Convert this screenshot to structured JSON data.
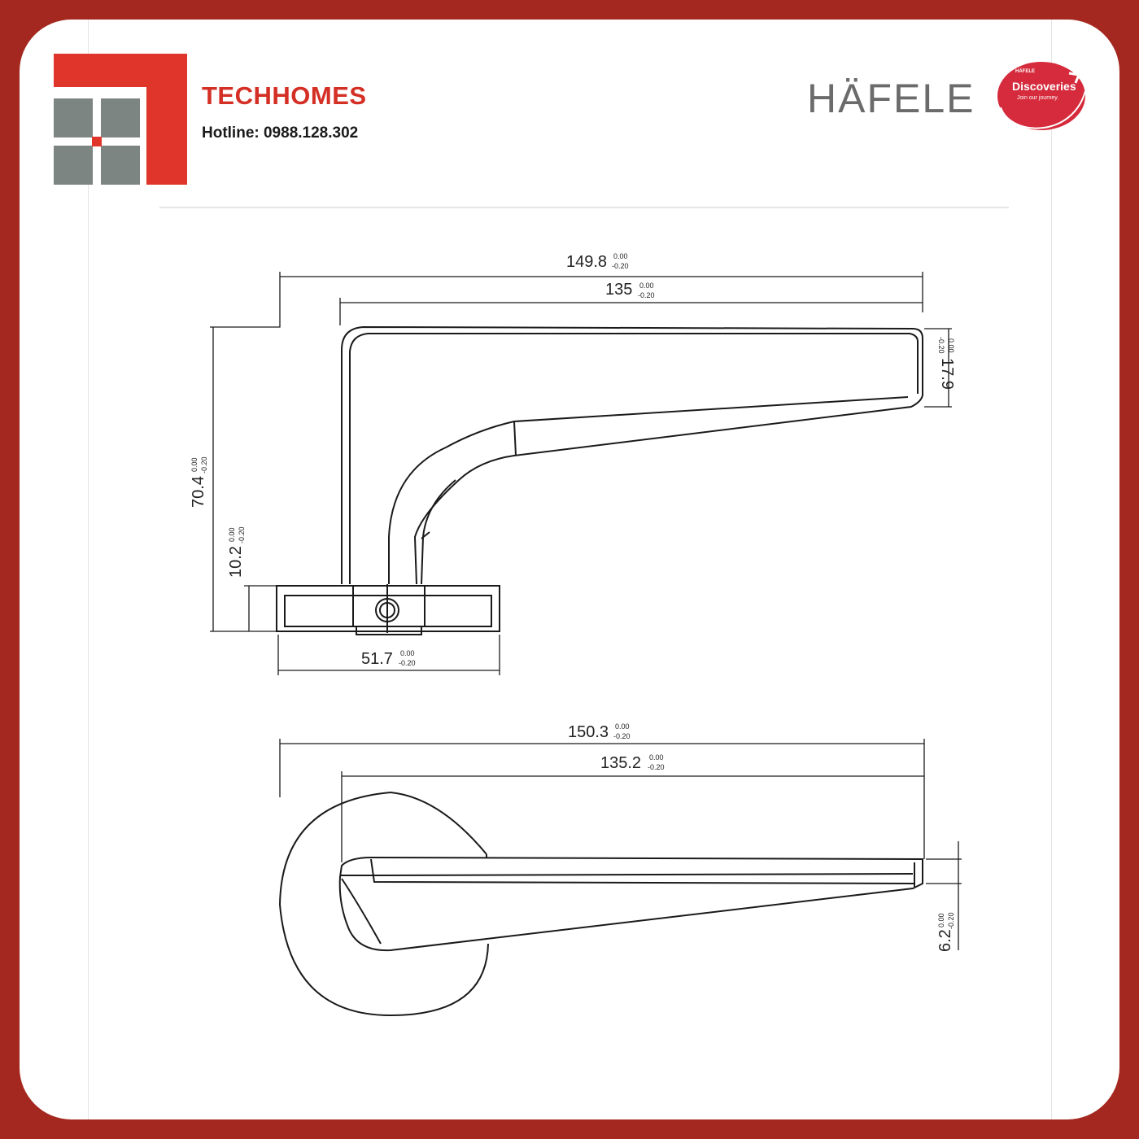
{
  "header": {
    "brand_name": "TECHHOMES",
    "hotline": "Hotline: 0988.128.302",
    "partner_logo_text": "HÄFELE",
    "partner_badge_small": "HÄFELE",
    "partner_badge_title": "Discoveries",
    "partner_badge_tagline": "Join our journey."
  },
  "colors": {
    "frame": "#a4281f",
    "accent_red": "#e0352a",
    "logo_grey": "#7d8582",
    "badge_red": "#d52b3c"
  },
  "drawing": {
    "top_view": {
      "overall_length": "149.8",
      "lever_length": "135",
      "grip_height": "17.9",
      "total_height": "70.4",
      "rose_height": "10.2",
      "rose_width": "51.7"
    },
    "bottom_view": {
      "overall_length": "150.3",
      "lever_length": "135.2",
      "tip_thickness": "6.2"
    },
    "tol_upper": "0.00",
    "tol_lower": "-0.20"
  }
}
